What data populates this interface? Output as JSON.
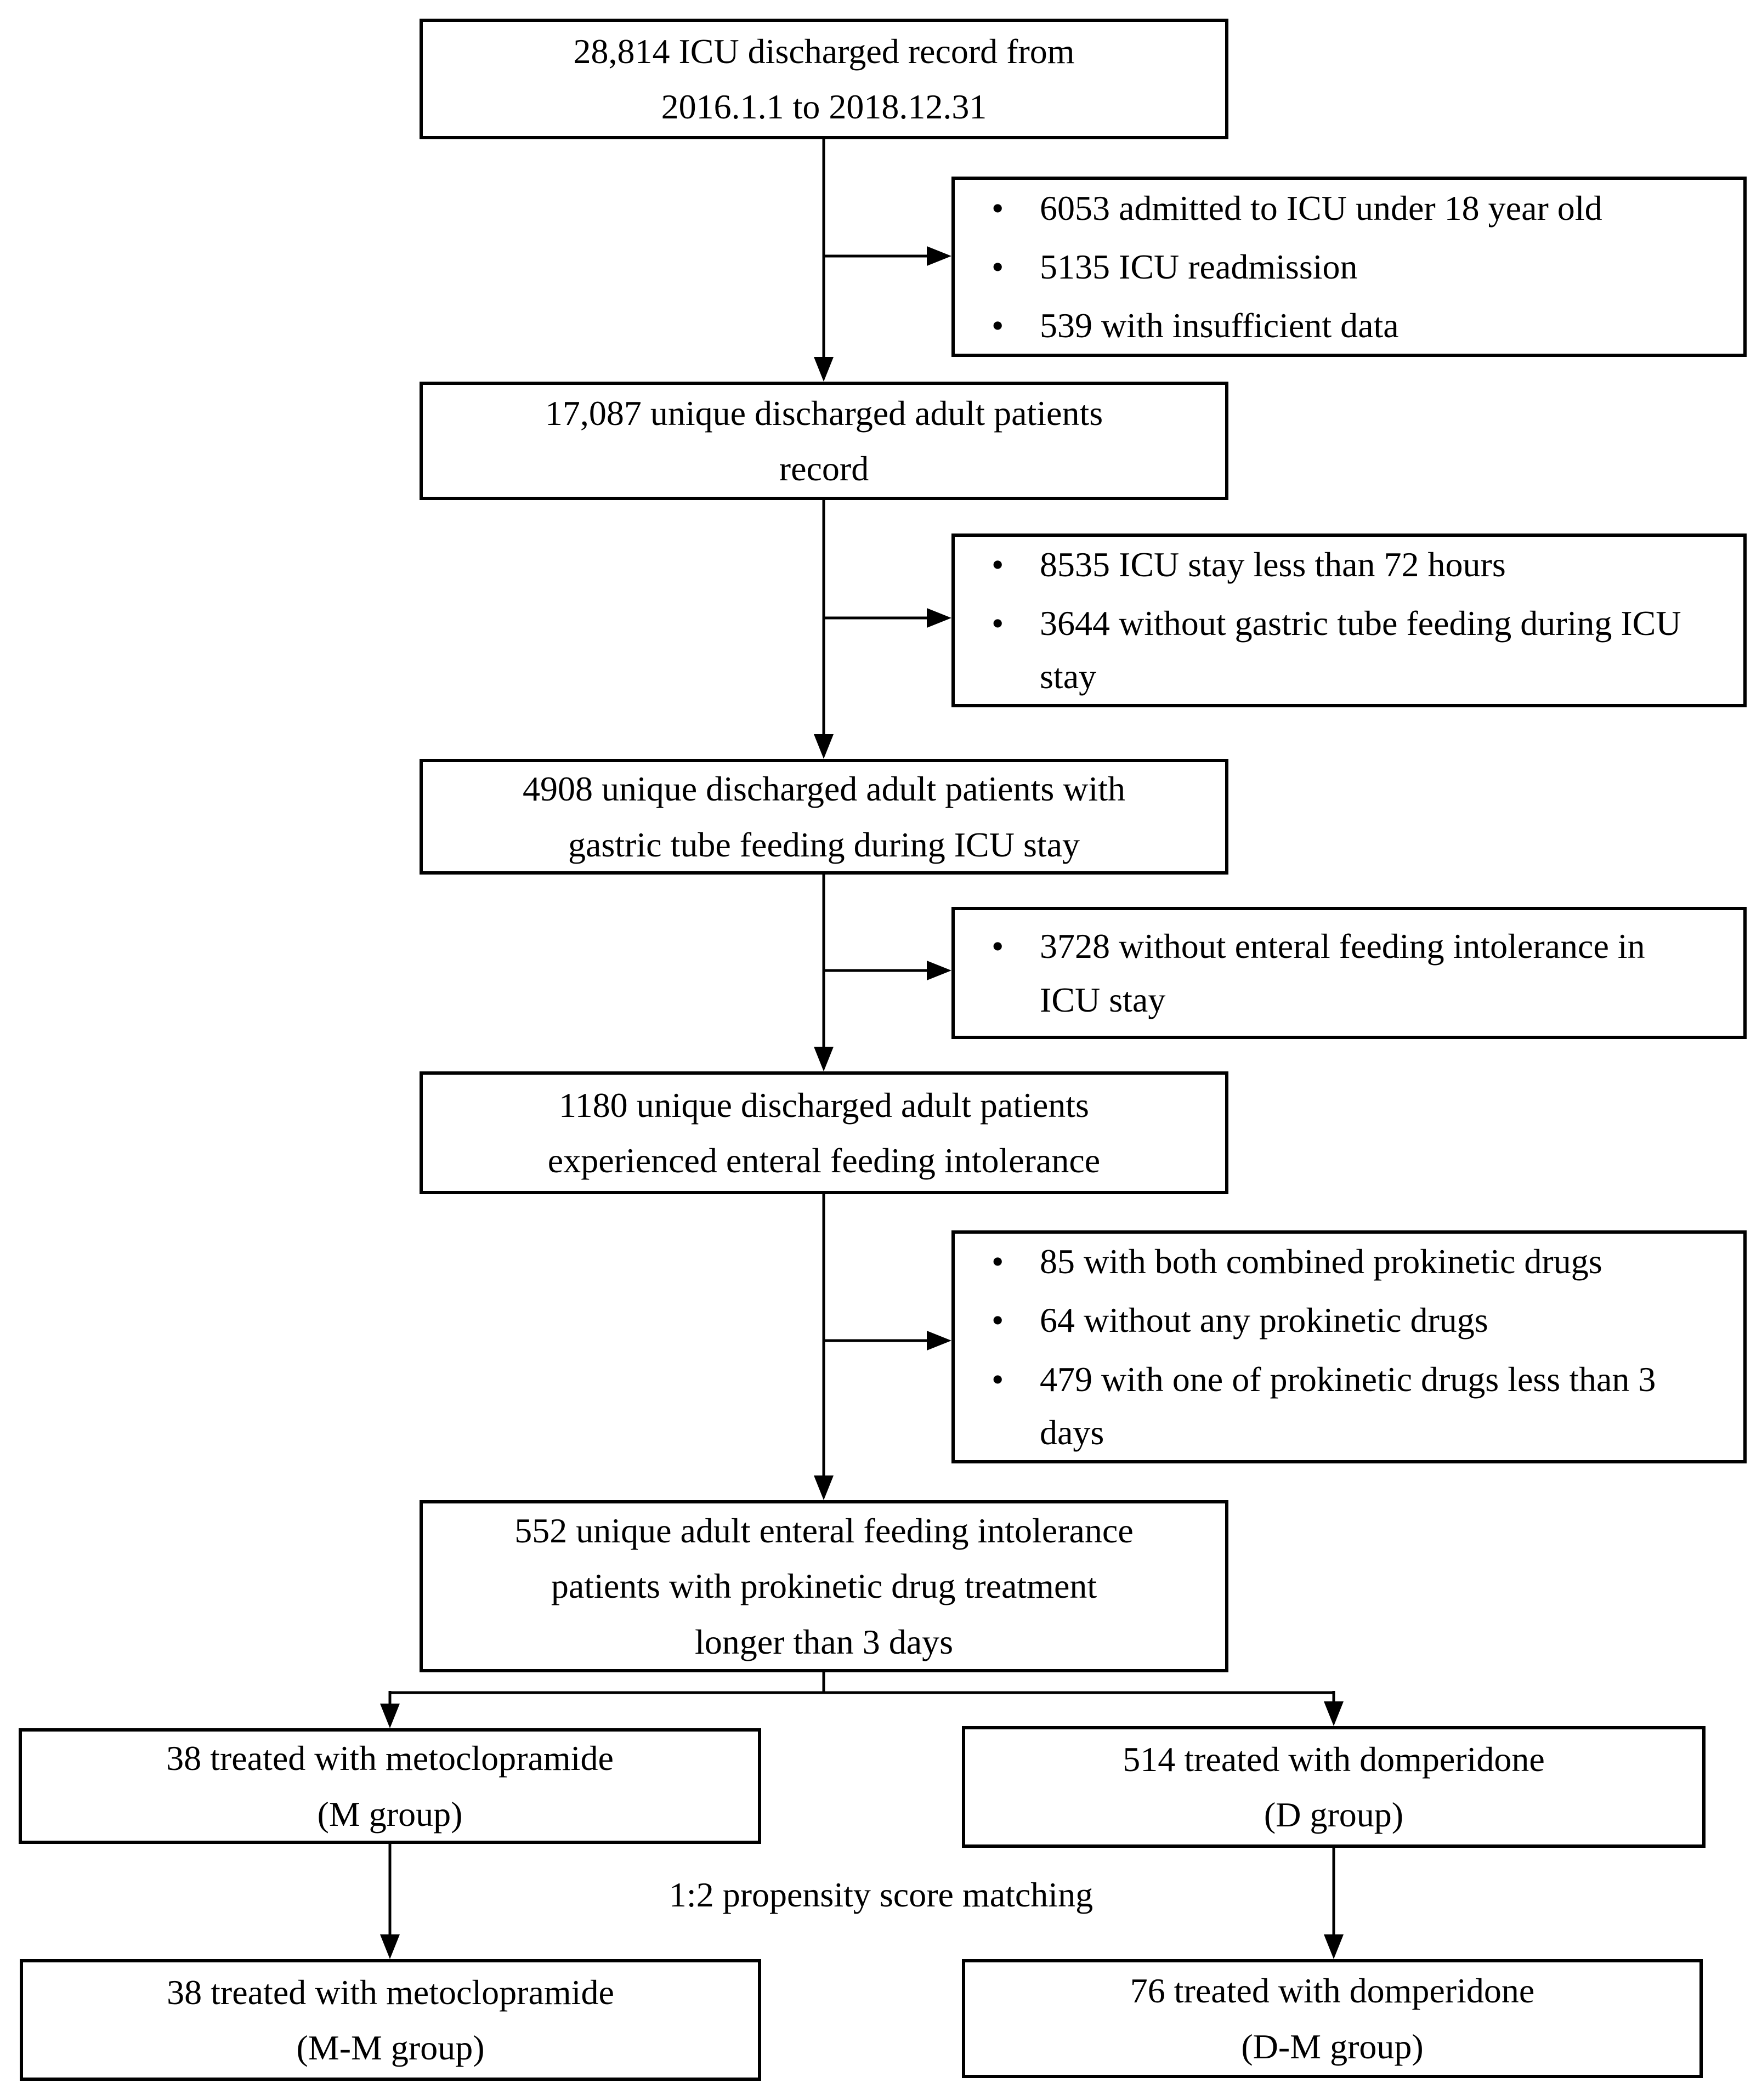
{
  "diagram": {
    "kind": "patient-flow-chart",
    "colors": {
      "line": "#000000",
      "text": "#000000",
      "background": "#ffffff"
    },
    "main_boxes": [
      {
        "lines": [
          "28,814 ICU discharged record from",
          "2016.1.1 to 2018.12.31"
        ]
      },
      {
        "lines": [
          "17,087 unique discharged adult patients",
          "record"
        ]
      },
      {
        "lines": [
          "4908 unique discharged adult patients with",
          "gastric tube feeding during ICU stay"
        ]
      },
      {
        "lines": [
          "1180 unique discharged adult patients",
          "experienced enteral feeding intolerance"
        ]
      },
      {
        "lines": [
          "552 unique adult enteral feeding intolerance",
          "patients with prokinetic drug treatment",
          "longer than 3 days"
        ]
      }
    ],
    "exclusion_boxes": [
      {
        "items": [
          "6053 admitted to ICU under 18 year old",
          "5135 ICU readmission",
          "539 with insufficient data"
        ]
      },
      {
        "items": [
          "8535 ICU stay less than 72 hours",
          "3644 without gastric tube feeding during ICU stay"
        ]
      },
      {
        "items": [
          "3728 without enteral feeding intolerance in ICU stay"
        ]
      },
      {
        "items": [
          "85 with both combined prokinetic drugs",
          "64 without any prokinetic drugs",
          "479 with one of prokinetic drugs less than 3 days"
        ]
      }
    ],
    "group_boxes": {
      "m": {
        "lines": [
          "38 treated with metoclopramide",
          "(M group)"
        ]
      },
      "d": {
        "lines": [
          "514 treated with domperidone",
          "(D group)"
        ]
      },
      "mm": {
        "lines": [
          "38 treated with metoclopramide",
          "(M-M group)"
        ]
      },
      "dm": {
        "lines": [
          "76 treated with domperidone",
          "(D-M group)"
        ]
      }
    },
    "matching_label": "1:2 propensity score matching"
  }
}
